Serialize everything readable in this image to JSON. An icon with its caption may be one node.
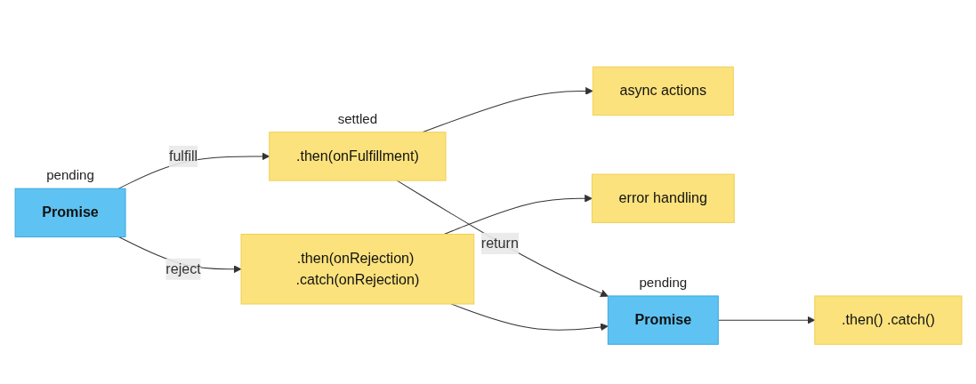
{
  "diagram": {
    "nodes": [
      {
        "text": [
          "Promise"
        ],
        "beside": [
          "pending"
        ]
      },
      {
        "text": [
          ".then(onFulfillment)"
        ],
        "beside": [
          "settled"
        ]
      },
      {
        "text": [
          "async actions"
        ]
      },
      {
        "text": [
          ".then(onRejection) .catch(onRejection)"
        ]
      },
      {
        "text": [
          "error handling"
        ]
      },
      {
        "text": [
          "Promise"
        ],
        "beside": [
          "pending"
        ]
      },
      {
        "text": [
          ".then() .catch()"
        ]
      }
    ],
    "edges": [
      {
        "from": 0,
        "to": 1,
        "arrow": "to",
        "label": "fulfill"
      },
      {
        "from": 0,
        "to": 3,
        "arrow": "to",
        "label": "reject"
      },
      {
        "from": 1,
        "to": 2,
        "arrow": "to"
      },
      {
        "from": 3,
        "to": 4,
        "arrow": "to"
      },
      {
        "from": 1,
        "to": 5,
        "arrow": "to",
        "label": "return"
      },
      {
        "from": 3,
        "to": 5,
        "arrow": "to"
      },
      {
        "from": 5,
        "to": 6,
        "arrow": "to"
      }
    ]
  }
}
